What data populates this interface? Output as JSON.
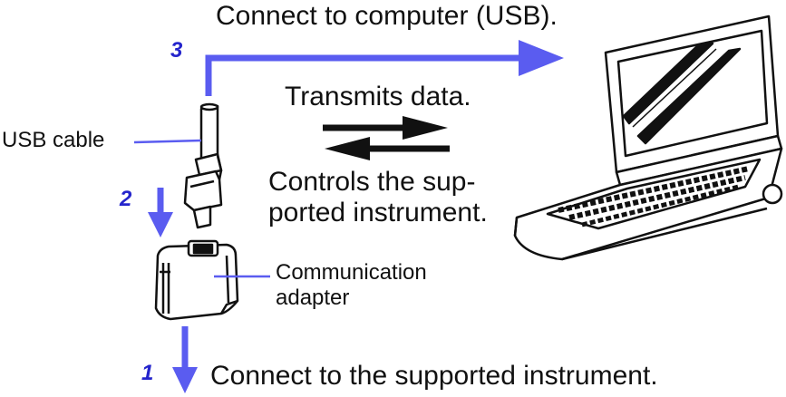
{
  "steps": {
    "step1": "1",
    "step2": "2",
    "step3": "3"
  },
  "captions": {
    "connect_computer": "Connect to computer (USB).",
    "transmits": "Transmits data.",
    "controls_line1": "Controls the sup-",
    "controls_line2": "ported instrument.",
    "connect_instrument": "Connect to the supported instrument."
  },
  "labels": {
    "usb_cable": "USB cable",
    "adapter_line1": "Communication",
    "adapter_line2": "adapter"
  },
  "colors": {
    "arrow_blue": "#5a5cf0",
    "step_blue": "#2424cc",
    "black": "#111111"
  },
  "icons": [
    "laptop-icon",
    "usb-cable-icon",
    "communication-adapter-icon"
  ]
}
